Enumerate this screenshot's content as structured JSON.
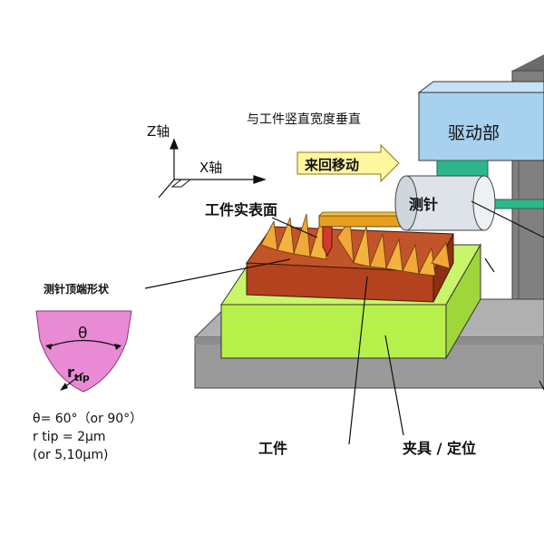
{
  "axes": {
    "z_label": "Z轴",
    "x_label": "X轴"
  },
  "top_note": "与工件竖直宽度垂直",
  "drive_label": "驱动部",
  "motion_label": "来回移动",
  "probe_label": "测针",
  "surface_label": "工件实表面",
  "tip_shape_title": "测针顶端形状",
  "tip": {
    "theta_symbol": "θ",
    "r_main": "r",
    "r_sub": "tip",
    "spec_lines": [
      "θ= 60°（or 90°）",
      "r tip = 2μm",
      "(or 5,10μm)"
    ]
  },
  "workpiece_label": "工件",
  "fixture_label": "夹具 / 定位",
  "colors": {
    "drive_box": "#a8d0ef",
    "workpiece": "#b5421e",
    "fixture": "#b7f04a",
    "base": "#9a9a9a",
    "tip_shape": "#e98ad4",
    "arm": "#e6a01e",
    "stylus": "#d33a2c",
    "motion_arrow": "#fff7a0",
    "connector": "#2fb58a"
  }
}
